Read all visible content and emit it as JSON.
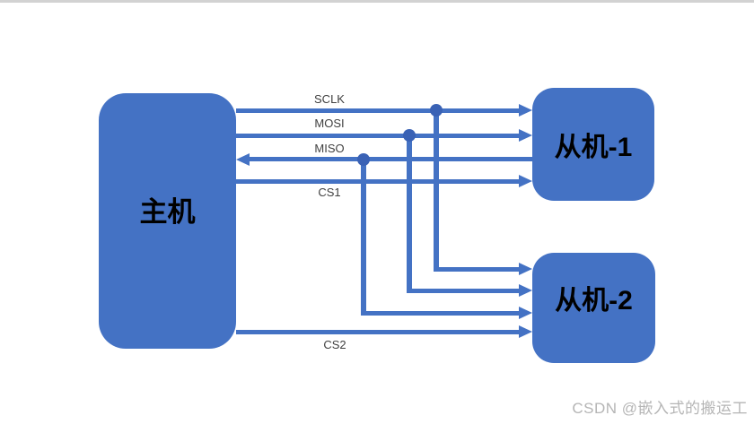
{
  "diagram": {
    "nodes": {
      "master": {
        "label": "主机"
      },
      "slave1": {
        "label": "从机-1"
      },
      "slave2": {
        "label": "从机-2"
      }
    },
    "signals": {
      "sclk": "SCLK",
      "mosi": "MOSI",
      "miso": "MISO",
      "cs1": "CS1",
      "cs2": "CS2"
    },
    "watermark": "CSDN @嵌入式的搬运工",
    "colors": {
      "node_fill": "#4472C4",
      "wire": "#4472C4",
      "junction": "#3A62B5",
      "node_text": "#000000",
      "signal_label": "#404040",
      "watermark_text": "#B5B5B5",
      "top_bar": "#D2D2D2",
      "background": "#FFFFFF"
    }
  }
}
